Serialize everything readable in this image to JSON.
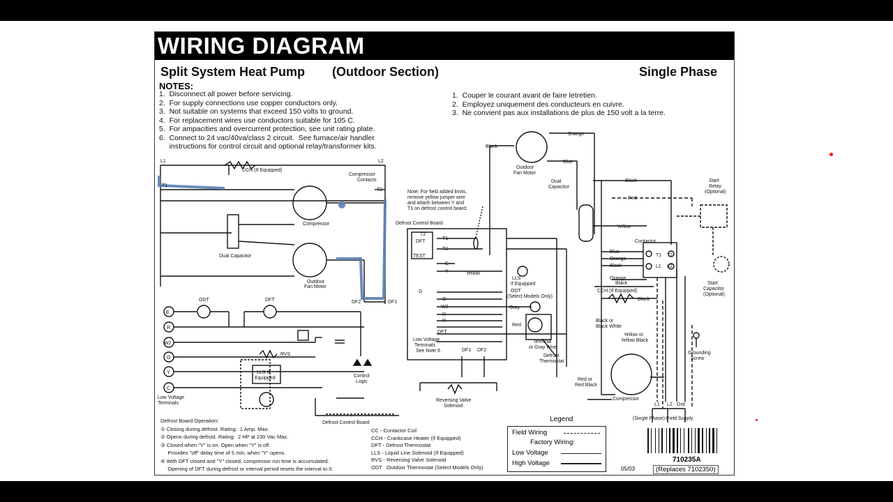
{
  "header": {
    "title": "WIRING DIAGRAM",
    "subtitle_left": "Split System Heat Pump",
    "subtitle_mid": "(Outdoor Section)",
    "subtitle_right": "Single Phase"
  },
  "notes": {
    "heading": "NOTES:",
    "en": [
      "1.  Disconnect all power before servicing.",
      "2.  For supply connections use copper conductors only.",
      "3.  Not suitable on systems that exceed 150 volts to ground.",
      "4.  For replacement wires use conductors suitable for 105 C.",
      "5.  For ampacities and overcurrent protection, see unit rating plate.",
      "6.  Connect to 24 vac/40va/class 2 circuit.  See furnace/air handler",
      "     instructions for control circuit and optional relay/transformer kits."
    ],
    "fr": [
      "1.  Couper le courant avant de faire letretien.",
      "2.  Employez uniquement des conducteurs en cuivre.",
      "3.  Ne convient pas aux installations de plus de 150 volt a la terre."
    ]
  },
  "left_labels": {
    "l1": "L1",
    "l2": "L2",
    "t1": "T1",
    "t2": "T2",
    "cch": "CCH (If Equipped)",
    "compressor_contacts": "Compressor\nContacts",
    "compressor": "Compressor",
    "dual_capacitor": "Dual Capacitor",
    "outdoor_fan_motor": "Outdoor\nFan Motor",
    "df1": "DF1",
    "df2": "DF2",
    "odt": "ODT",
    "dft": "DFT",
    "rvs": "RVS",
    "lls": "LLS If\nEquipped",
    "control_logic": "Control\nLogic",
    "low_voltage_terminals": "Low Voltage\nTerminals",
    "terminals": [
      "E",
      "R",
      "W2",
      "O",
      "Y",
      "C"
    ]
  },
  "middle_labels": {
    "note": "Note:  For field added limits,\nremove yellow jumper wire\nand attach between Y and\nT1 on defrost control board.",
    "defrost_control_board": "Defrost Control Board",
    "board_pins": [
      "T2",
      "DFT",
      "TEST"
    ],
    "board_right": [
      "T1",
      "T2",
      "C",
      "Y",
      "G",
      "O",
      "W2",
      "R",
      "R",
      "DFT",
      "DF1",
      "DF2"
    ],
    "low_voltage_terminals": "Low Voltage\nTerminals\nSee Note 6",
    "reversing_valve": "Reversing Valve\nSolenoid",
    "odt_select": "ODT\n(Select Models Only)",
    "lls_if_equipped": "LLS\nIf Equipped",
    "terminal_gray": "Terminal\nor Gray Wire",
    "defrost_thermostat": "Defrost\nThermostat",
    "defrost_control_board_bottom": "Defrost Control Board"
  },
  "right_labels": {
    "outdoor_fan_motor": "Outdoor\nFan Motor",
    "dual_capacitor": "Dual\nCapacitor",
    "contactor": "Contactor",
    "cch": "CCH (If Equipped)",
    "start_relay": "Start\nRelay\n(Optional)",
    "start_capacitor": "Start\nCapacitor\n(Optional)",
    "grounding_screw": "Grounding\nScrew",
    "compressor": "Compressor",
    "single_phase_field_supply": "(Single Phase) Field Supply",
    "wires": [
      "Black",
      "Orange",
      "Blue",
      "Black",
      "Red",
      "Yellow",
      "Blue",
      "Orange",
      "Black",
      "Orange",
      "Black",
      "Black",
      "Black or\nBlack White",
      "Yellow or\nYellow Black",
      "Red or\nRed Black",
      "Gray",
      "Red",
      "Yellow"
    ],
    "terminals": [
      "T1",
      "T2",
      "L1",
      "L2",
      "L1",
      "L2",
      "Grd"
    ]
  },
  "footer": {
    "defrost_operation_title": "Defrost Board Operation:",
    "defrost_operation": [
      "① Closing during defrost. Rating:  1 Amp. Max.",
      "② Opens during defrost. Rating:  2 HP at 230 Vac Max.",
      "③ Closed when \"Y\" is on. Open when \"Y\" is off.",
      "     Provides \"off\" delay time of 5 min. when \"Y\" opens.",
      "④ With DFT closed and \"Y\" closed, compressor run time is accumulated.",
      "     Opening of DFT during defrost or interval period resets the interval to 0."
    ],
    "abbreviations": [
      "CC - Contactor Coil",
      "CCH - Crankcase Heater (If Equipped)",
      "DFT - Defrost Thermostat",
      "LLS - Liquid Line Solenoid (If Equipped)",
      "RVS - Reversing Valve Solenoid",
      "ODT   Outdoor Thermostat (Select Models Only)"
    ],
    "legend_title": "Legend",
    "legend": {
      "field_wiring": "Field Wiring",
      "factory_wiring": "Factory Wiring:",
      "low_voltage": "Low Voltage",
      "high_voltage": "High Voltage"
    },
    "part_number": "710235A",
    "replaces": "(Replaces 7102350)",
    "date": "05/03"
  },
  "colors": {
    "background": "#ffffff",
    "ink": "#111111",
    "highlight": "#5b7fb0",
    "bars": "#000000",
    "red_dot": "#e11111"
  }
}
